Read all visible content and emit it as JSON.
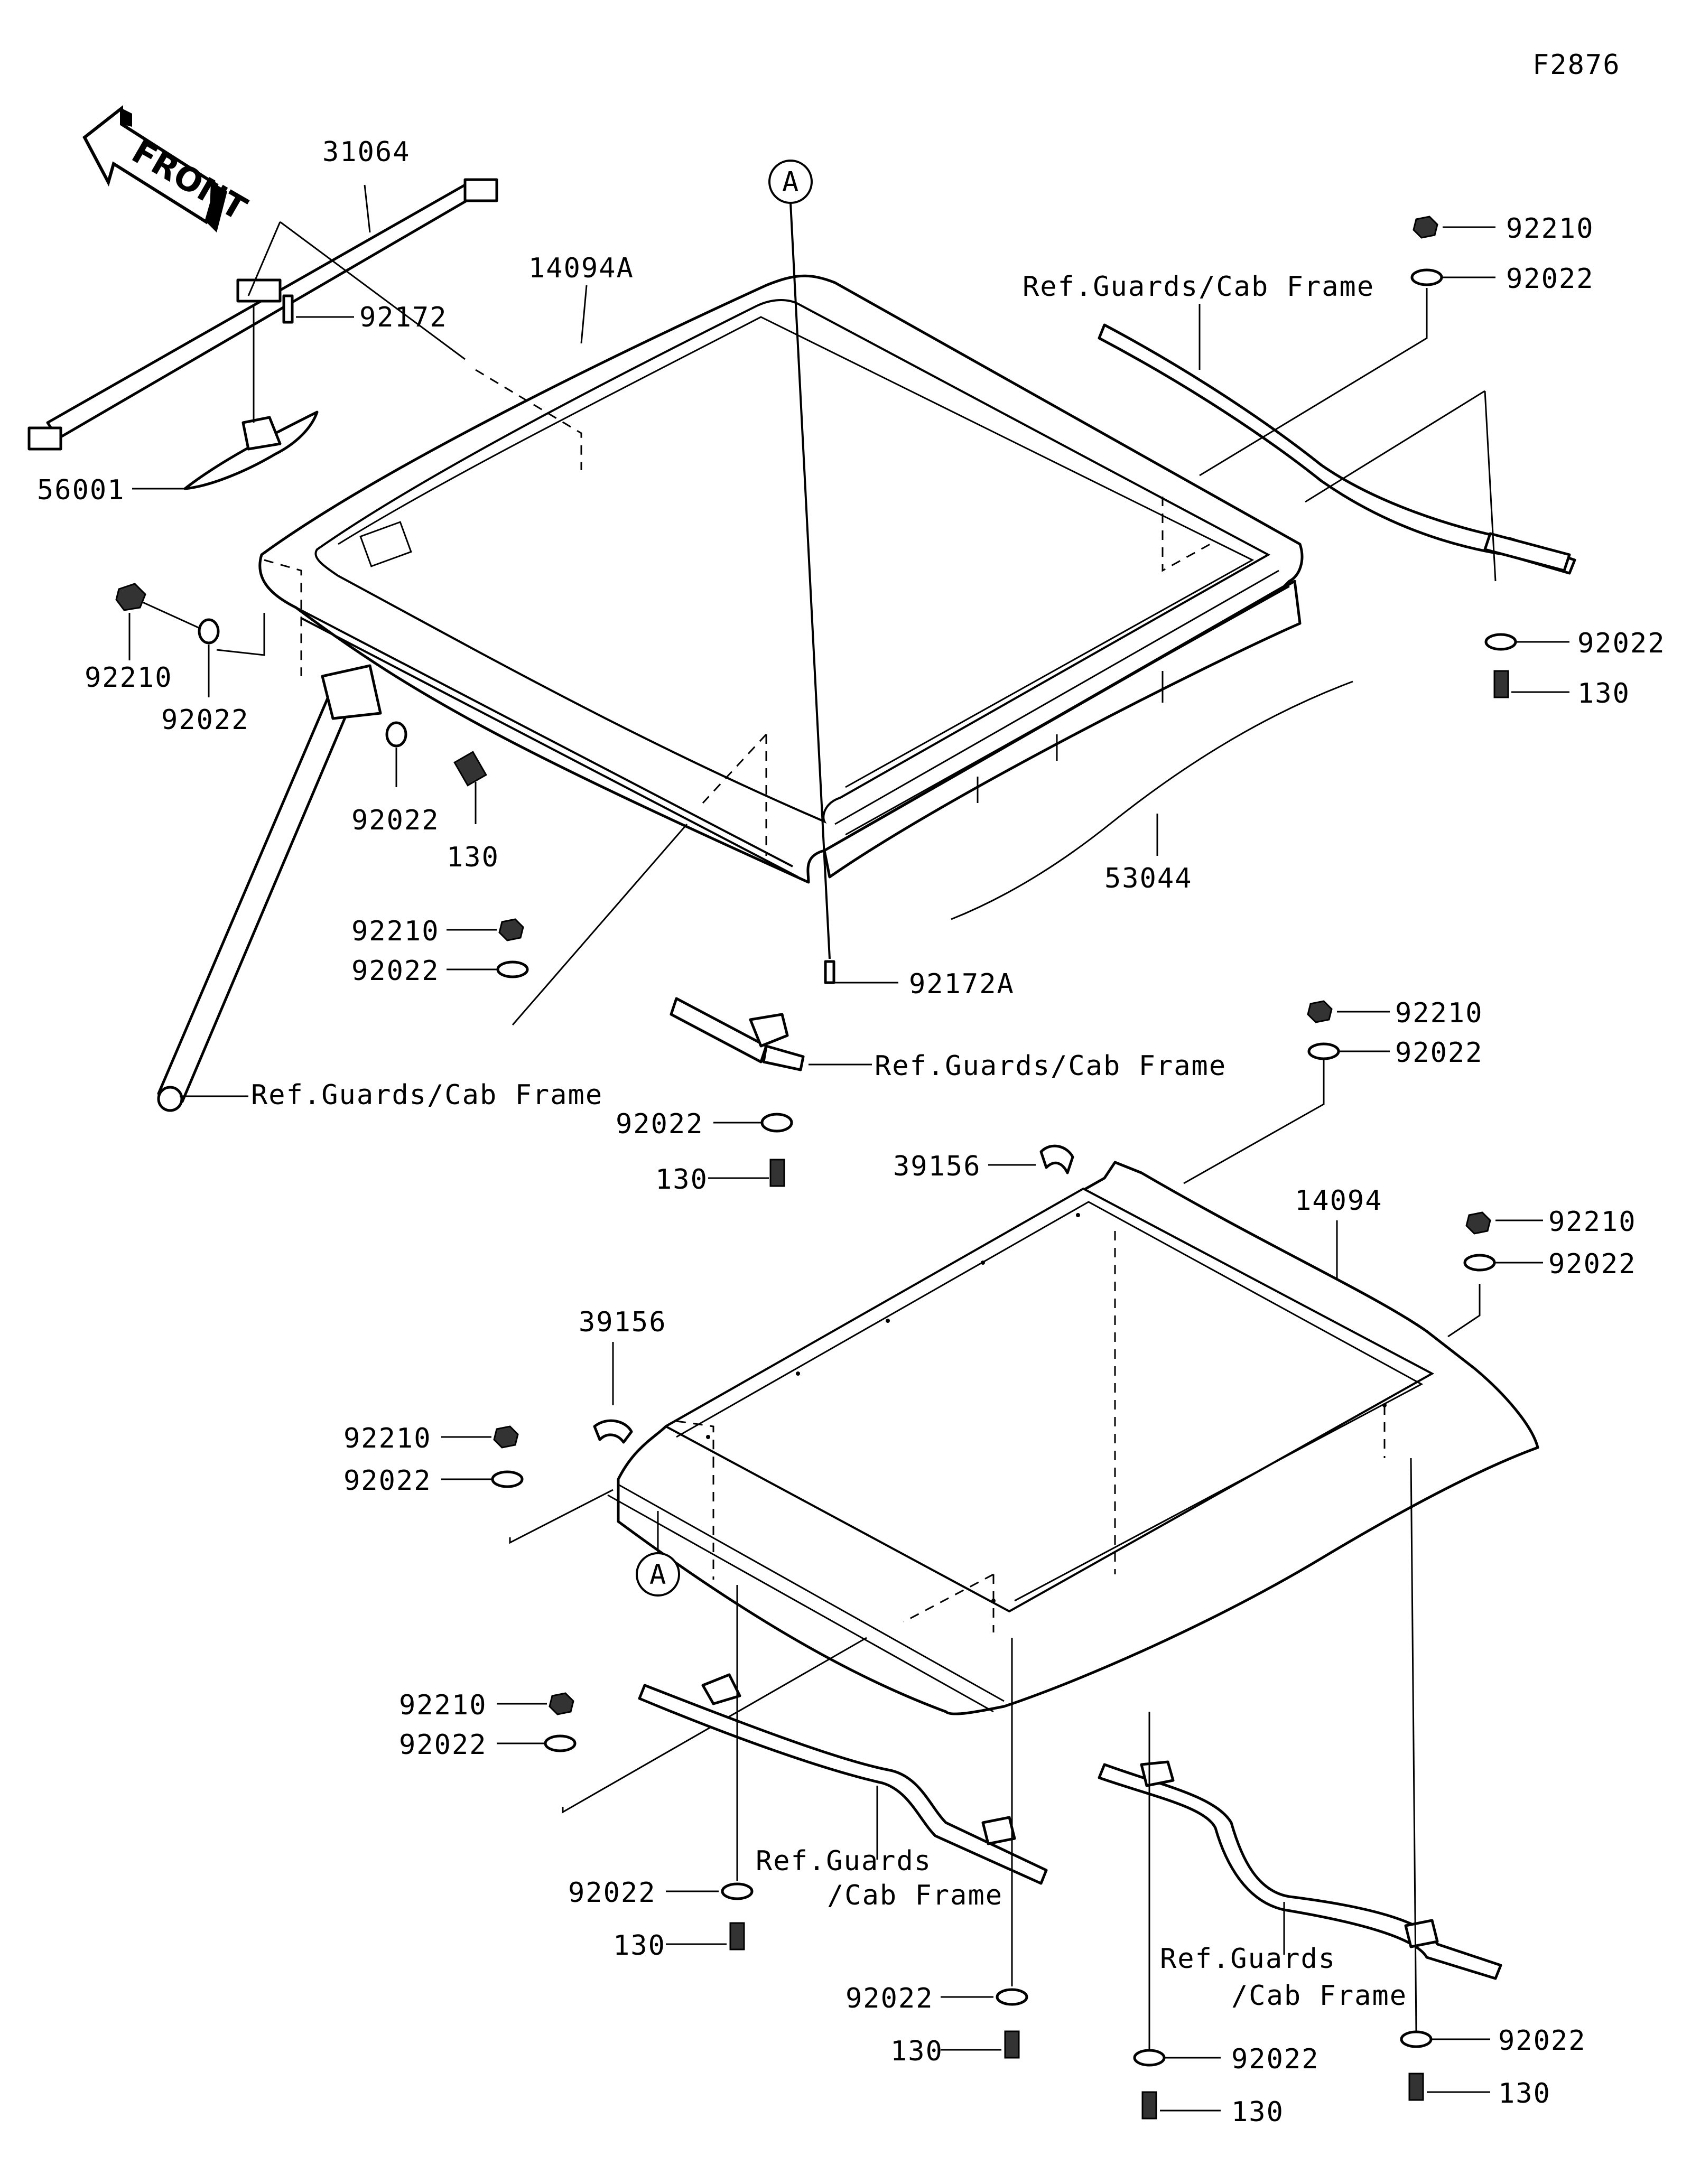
{
  "diagram_id": "F2876",
  "front_label": "FRONT",
  "ref_label": "A",
  "labels": {
    "p31064": "31064",
    "p14094A": "14094A",
    "p92172": "92172",
    "p56001": "56001",
    "p92210_tr": "92210",
    "p92022_tr": "92022",
    "ref_tr": "Ref.Guards/Cab Frame",
    "p92022_r1": "92022",
    "p130_r1": "130",
    "p92210_l": "92210",
    "p92022_l": "92022",
    "p92022_l2": "92022",
    "p130_l2": "130",
    "p92210_m": "92210",
    "p92022_m": "92022",
    "p53044": "53044",
    "p92172A": "92172A",
    "ref_mid": "Ref.Guards/Cab Frame",
    "ref_left": "Ref.Guards/Cab Frame",
    "p92022_mid": "92022",
    "p130_mid": "130",
    "p92210_c": "92210",
    "p92022_c": "92022",
    "p39156_a": "39156",
    "p14094": "14094",
    "p92210_r2": "92210",
    "p92022_r2": "92022",
    "p39156_b": "39156",
    "p92210_l3": "92210",
    "p92022_l3": "92022",
    "p92210_l4": "92210",
    "p92022_l4": "92022",
    "ref_bl_1": "Ref.Guards",
    "ref_bl_2": "/Cab Frame",
    "p92022_b1": "92022",
    "p130_b1": "130",
    "p92022_b2": "92022",
    "p130_b2": "130",
    "ref_br_1": "Ref.Guards",
    "ref_br_2": "/Cab Frame",
    "p92022_b3": "92022",
    "p130_b3": "130",
    "p92022_b4": "92022",
    "p130_b4": "130"
  }
}
